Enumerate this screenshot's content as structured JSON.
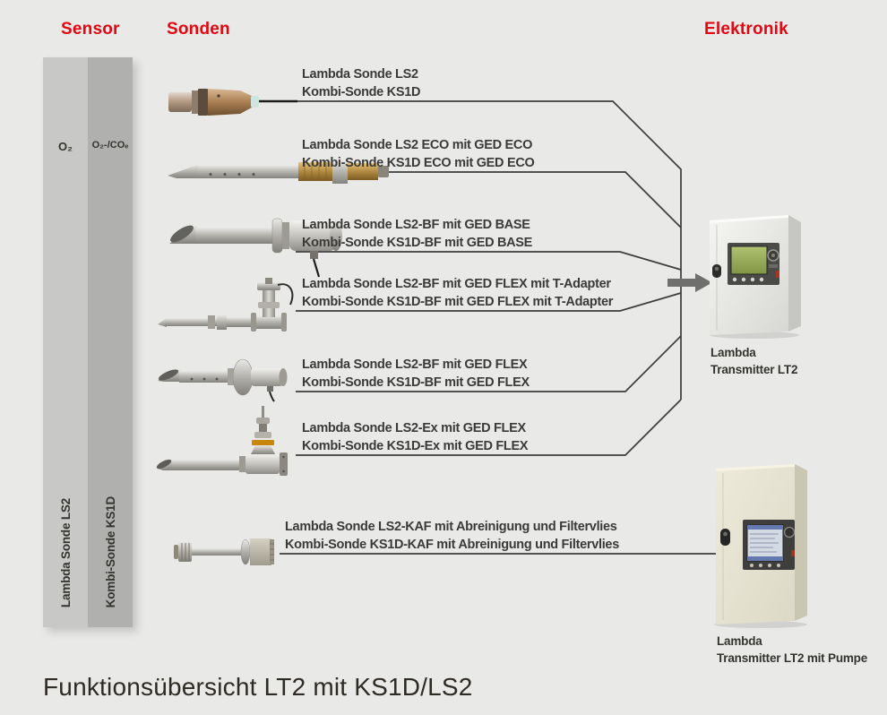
{
  "headers": {
    "sensor": "Sensor",
    "sonden": "Sonden",
    "elektronik": "Elektronik"
  },
  "sensor_bars": {
    "o2": {
      "gas": "O₂",
      "sonde": "Lambda Sonde LS2"
    },
    "o2_coe": {
      "gas": "O₂-/COₑ",
      "sonde": "Kombi-Sonde KS1D"
    }
  },
  "probes": [
    {
      "name": "ls2",
      "icon": "probe-ls2-icon",
      "line1": "Lambda Sonde LS2",
      "line2": "Kombi-Sonde KS1D"
    },
    {
      "name": "ls2-eco",
      "icon": "probe-eco-icon",
      "line1": "Lambda Sonde LS2 ECO mit GED ECO",
      "line2": "Kombi-Sonde KS1D ECO mit GED ECO"
    },
    {
      "name": "ls2-bf-base",
      "icon": "probe-ged-base-icon",
      "line1": "Lambda Sonde LS2-BF mit GED BASE",
      "line2": "Kombi-Sonde KS1D-BF mit GED BASE"
    },
    {
      "name": "ls2-bf-flex-t",
      "icon": "probe-t-adapter-icon",
      "line1": "Lambda Sonde LS2-BF mit GED FLEX mit T-Adapter",
      "line2": "Kombi-Sonde KS1D-BF mit GED FLEX mit T-Adapter"
    },
    {
      "name": "ls2-bf-flex",
      "icon": "probe-ged-flex-icon",
      "line1": "Lambda Sonde LS2-BF mit GED FLEX",
      "line2": "Kombi-Sonde KS1D-BF mit GED FLEX"
    },
    {
      "name": "ls2-ex-flex",
      "icon": "probe-ex-icon",
      "line1": "Lambda Sonde LS2-Ex mit GED FLEX",
      "line2": "Kombi-Sonde KS1D-Ex mit GED FLEX"
    },
    {
      "name": "ls2-kaf",
      "icon": "probe-kaf-icon",
      "line1": "Lambda Sonde LS2-KAF mit Abreinigung und Filtervlies",
      "line2": "Kombi-Sonde KS1D-KAF mit Abreinigung und Filtervlies"
    }
  ],
  "transmitters": [
    {
      "name": "lt2",
      "icon": "transmitter-lt2-icon",
      "line1": "Lambda",
      "line2": "Transmitter LT2"
    },
    {
      "name": "lt2-pumpe",
      "icon": "transmitter-lt2-pumpe-icon",
      "line1": "Lambda",
      "line2": "Transmitter LT2 mit Pumpe"
    }
  ],
  "connections": {
    "lt2": [
      "ls2",
      "ls2-eco",
      "ls2-bf-base",
      "ls2-bf-flex-t",
      "ls2-bf-flex",
      "ls2-ex-flex"
    ],
    "lt2-pumpe": [
      "ls2-kaf"
    ]
  },
  "caption": "Funktionsübersicht LT2 mit KS1D/LS2",
  "colors": {
    "background": "#e9e9e7",
    "accent_red": "#e30613",
    "text_dark": "#3a3a38",
    "caption_dark": "#2e2a24",
    "bar_left": "#c8c8c6",
    "bar_right": "#b0b0ae",
    "connector": "#3d3d3b",
    "arrow": "#6f6f6d",
    "screen_green": "#8fa452",
    "screen_blue": "#d4dae4"
  }
}
